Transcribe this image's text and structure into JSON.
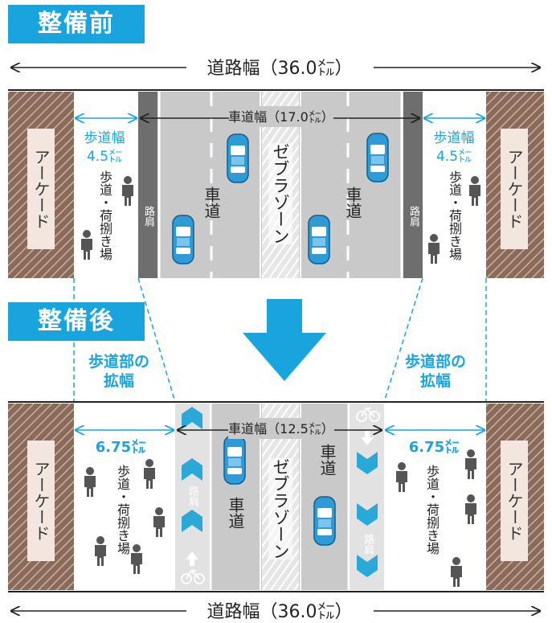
{
  "before": {
    "title": "整備前",
    "road_width": "道路幅（36.0㍍）",
    "carriageway_width": "車道幅（17.0㍍）",
    "sidewalk_width_label": "歩道幅",
    "sidewalk_width_value": "4.5㍍",
    "arcade": "アーケード",
    "sidewalk_use": "歩道・荷捌き場",
    "shoulder": "路肩",
    "lane": "車道",
    "zebra_zone": "ゼブラゾーン"
  },
  "after": {
    "title": "整備後",
    "expansion_label": "歩道部の拡幅",
    "road_width": "道路幅（36.0㍍）",
    "carriageway_width": "車道幅（12.5㍍）",
    "sidewalk_width_value": "6.75㍍",
    "arcade": "アーケード",
    "sidewalk_use": "歩道・荷捌き場",
    "shoulder": "路肩",
    "lane": "車道",
    "zebra_zone": "ゼブラゾーン"
  },
  "colors": {
    "accent_blue": "#19a4de",
    "arcade_brown": "#8a6a5a",
    "road_gray": "#c9c9c9",
    "zebra_white": "#ffffff",
    "car_blue": "#2e9bd6"
  }
}
